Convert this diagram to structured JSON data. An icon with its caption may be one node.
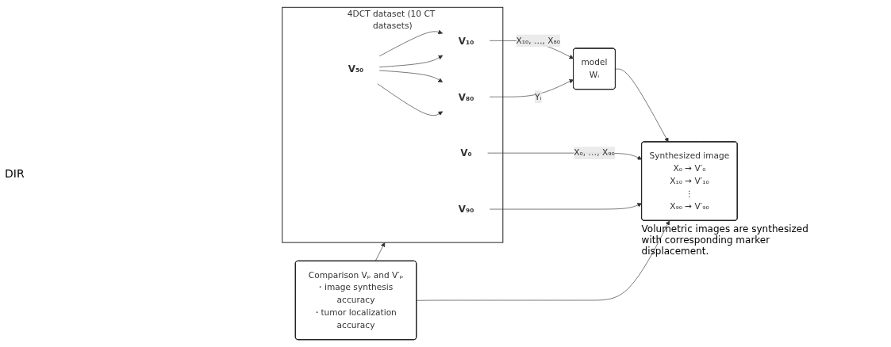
{
  "diagram": {
    "nodes": [
      {
        "text": [
          "4DCT dataset (10 CT datasets)"
        ]
      },
      {
        "text": [
          "V₀"
        ],
        "in": 0
      },
      {
        "text": [
          "V₁₀"
        ],
        "in": 0
      },
      {
        "text": [
          "V₅₀"
        ],
        "in": 0
      },
      {
        "text": [
          "V₈₀"
        ],
        "in": 0
      },
      {
        "text": [
          "V₉₀"
        ],
        "in": 0
      },
      {
        "text": [
          "model",
          "Wᵢ"
        ]
      },
      {
        "text": [
          "Comparison Vₚ and V′ₚ",
          "・image synthesis accuracy",
          "・tumor localization accuracy"
        ]
      },
      {
        "text": [
          "Synthesized image",
          "X₀ → V′₀",
          "X₁₀ → V′₁₀",
          "⋮",
          "X₉₀ → V′₉₀"
        ],
        "beside": [
          "Volumetric images are synthesized with corresponding marker displacement."
        ]
      }
    ],
    "edges": [
      {
        "from": 3,
        "to": 2,
        "arrow": "to"
      },
      {
        "from": 3,
        "to": 2,
        "arrow": "to"
      },
      {
        "from": 3,
        "to": 4,
        "arrow": "to"
      },
      {
        "from": 3,
        "to": 4,
        "arrow": "to"
      },
      {
        "from": 2,
        "to": 6,
        "arrow": "to",
        "label": "X₁₀, …, X₈₀"
      },
      {
        "from": 4,
        "to": 6,
        "arrow": "to",
        "label": "Yᵢ"
      },
      {
        "from": 1,
        "to": 8,
        "arrow": "to",
        "label": "X₀, …, X₉₀"
      },
      {
        "from": 5,
        "to": 8,
        "arrow": "to"
      },
      {
        "from": 6,
        "to": 8,
        "arrow": "to"
      },
      {
        "from": 7,
        "to": 0,
        "arrow": "to"
      },
      {
        "from": 7,
        "to": 8,
        "arrow": "to"
      }
    ],
    "labels": [
      "DIR"
    ]
  }
}
